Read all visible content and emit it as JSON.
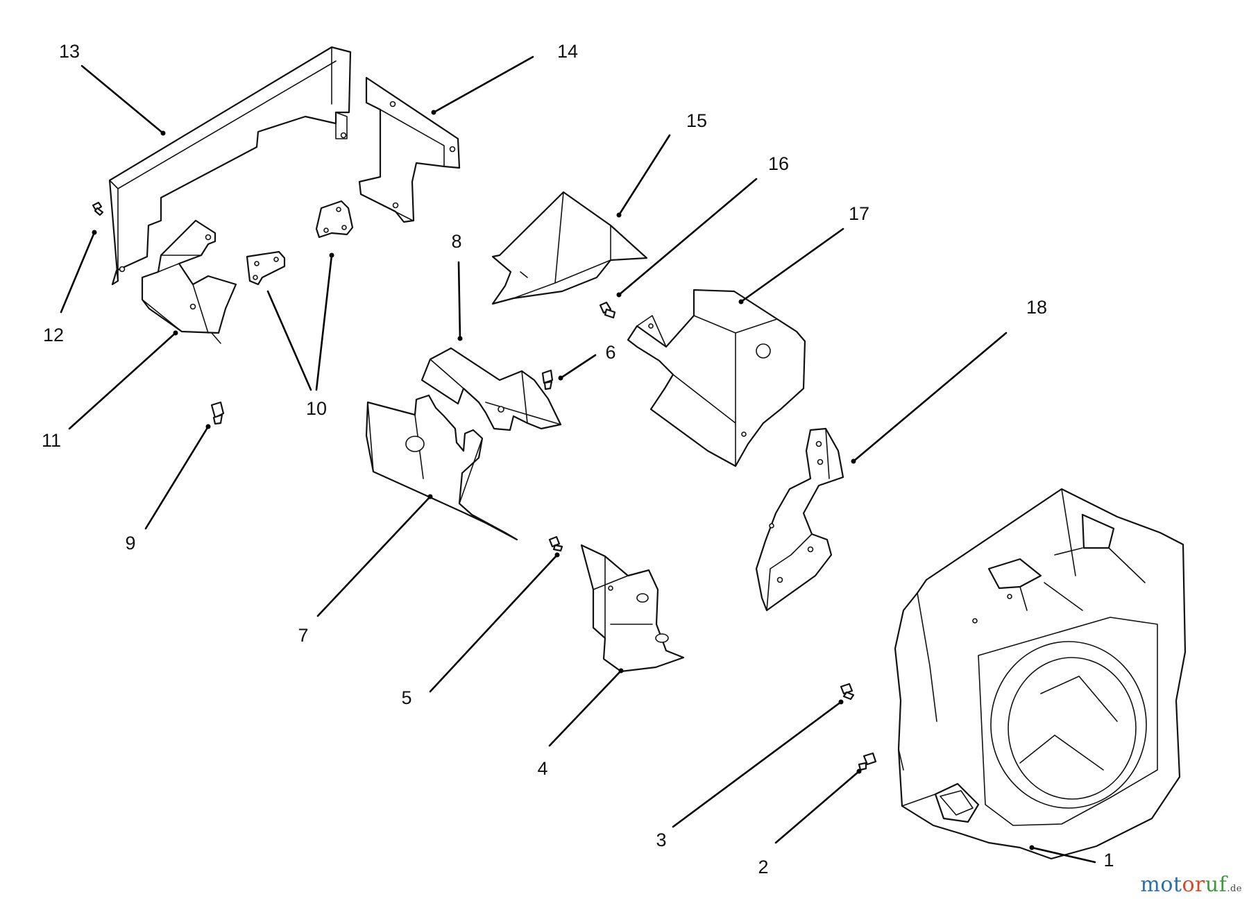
{
  "callouts": {
    "c1": "1",
    "c2": "2",
    "c3": "3",
    "c4": "4",
    "c5": "5",
    "c6": "6",
    "c7": "7",
    "c8": "8",
    "c9": "9",
    "c10": "10",
    "c11": "11",
    "c12": "12",
    "c13": "13",
    "c14": "14",
    "c15": "15",
    "c16": "16",
    "c17": "17",
    "c18": "18"
  },
  "watermark": {
    "a": "mot",
    "b": "or",
    "c": "uf",
    "tld": ".de"
  }
}
